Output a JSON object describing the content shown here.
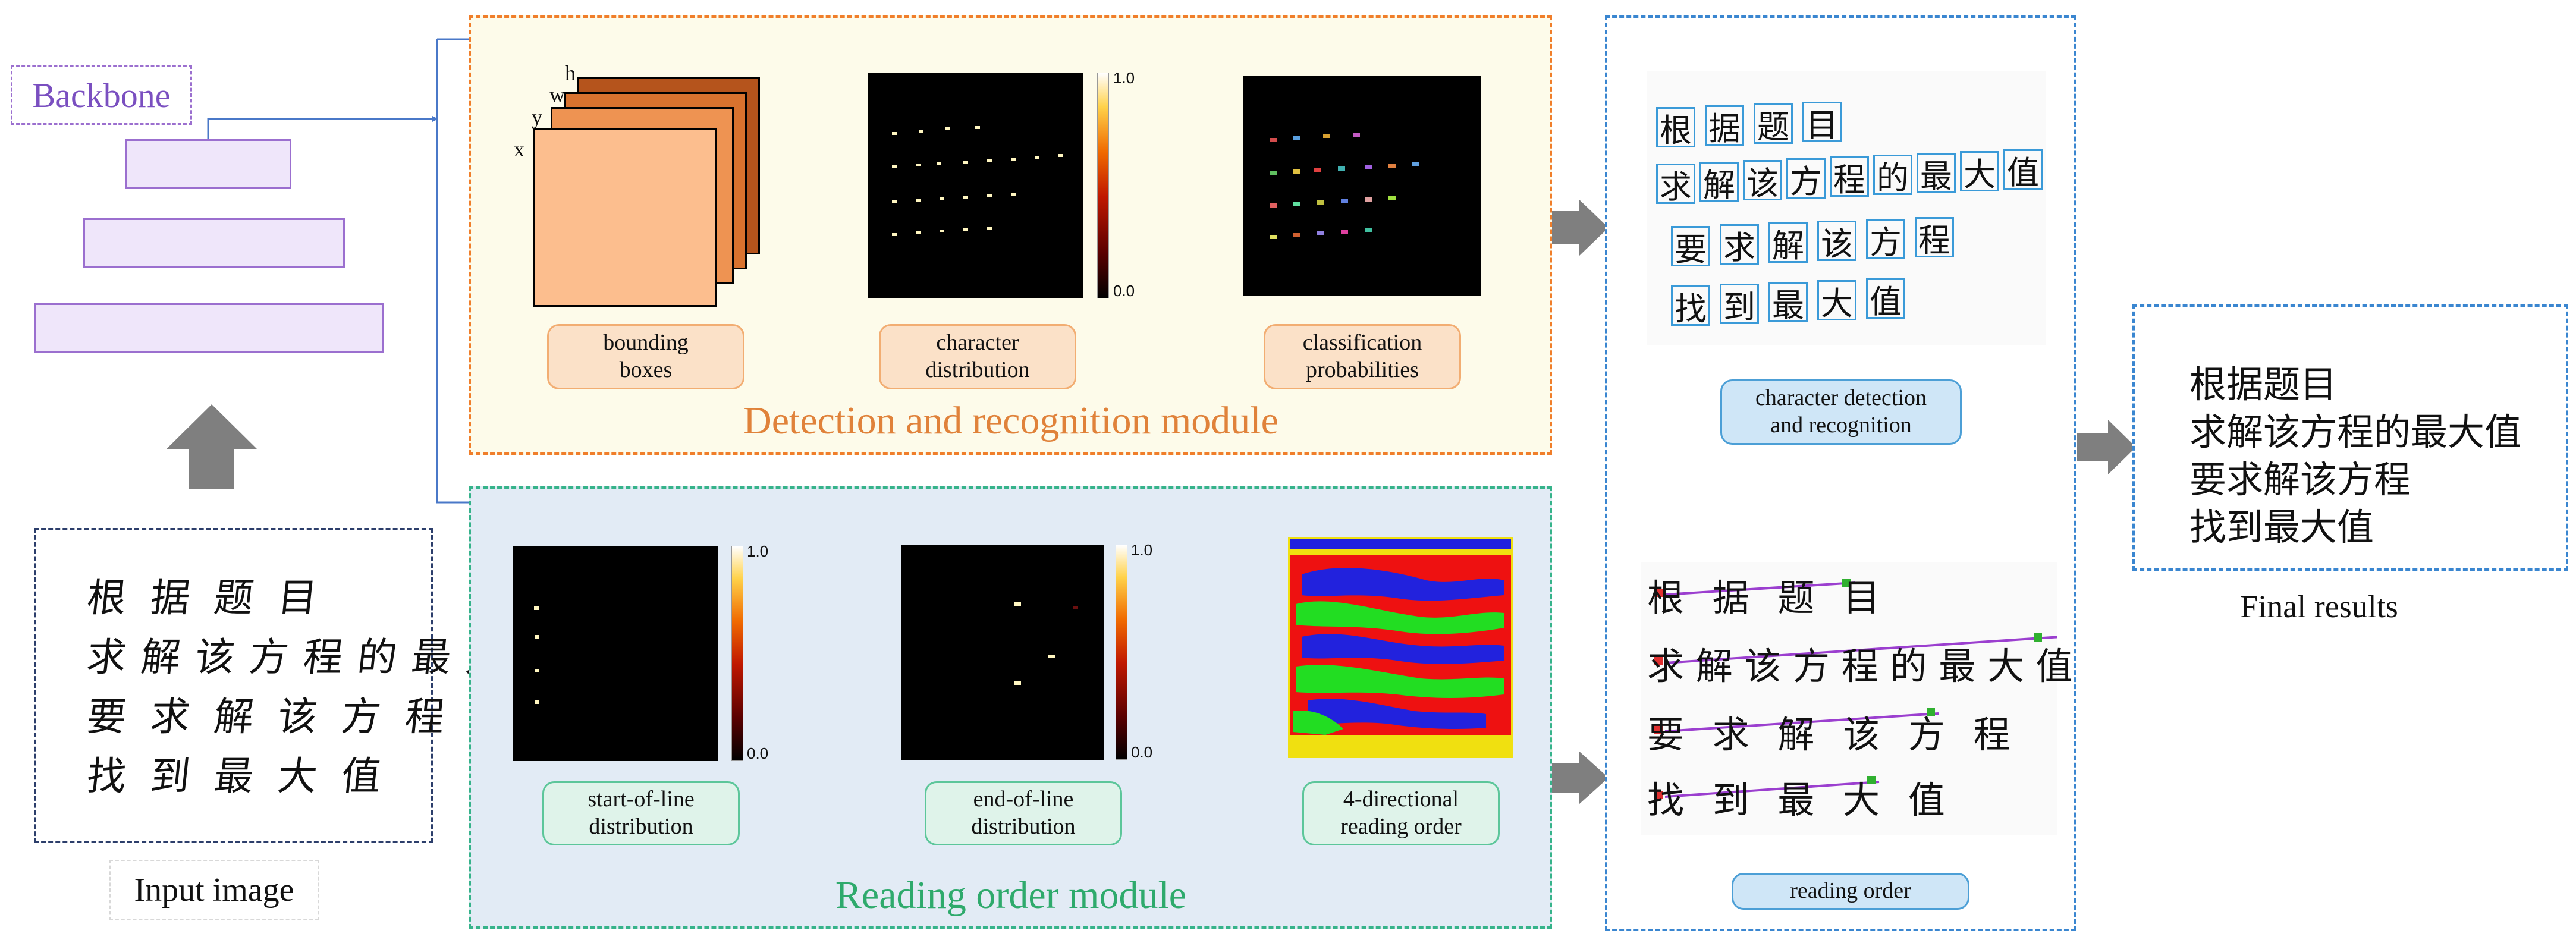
{
  "backbone": {
    "label": "Backbone"
  },
  "input": {
    "label": "Input image",
    "lines": [
      "根 据 题 目",
      "求 解 该 方 程 的 最 大 值",
      "要 求 解 该 方 程",
      "找 到 最 大 值"
    ]
  },
  "detection_module": {
    "title": "Detection and recognition module",
    "outputs": [
      {
        "label": "bounding\nboxes"
      },
      {
        "label": "character\ndistribution"
      },
      {
        "label": "classification\nprobabilities"
      }
    ],
    "cube_axes": [
      "h",
      "w",
      "y",
      "x"
    ],
    "colorbar": {
      "max": "1.0",
      "min": "0.0"
    }
  },
  "reading_order_module": {
    "title": "Reading order module",
    "outputs": [
      {
        "label": "start-of-line\ndistribution"
      },
      {
        "label": "end-of-line\ndistribution"
      },
      {
        "label": "4-directional\nreading order"
      }
    ],
    "colorbar": {
      "max": "1.0",
      "min": "0.0"
    }
  },
  "right_panel": {
    "detection_label": "character detection\nand recognition",
    "reading_order_label": "reading order",
    "ocr_lines": [
      [
        "根",
        "据",
        "题",
        "目"
      ],
      [
        "求",
        "解",
        "该",
        "方",
        "程",
        "的",
        "最",
        "大",
        "值"
      ],
      [
        "要",
        "求",
        "解",
        "该",
        "方",
        "程"
      ],
      [
        "找",
        "到",
        "最",
        "大",
        "值"
      ]
    ]
  },
  "final": {
    "label": "Final results",
    "lines": [
      "根据题目",
      "求解该方程的最大值",
      "要求解该方程",
      "找到最大值"
    ]
  },
  "colors": {
    "backbone": "#9b6fcf",
    "detection": "#f07e2a",
    "reading_order": "#36b38a",
    "results": "#3a86d0",
    "connector": "#4a78c8"
  }
}
